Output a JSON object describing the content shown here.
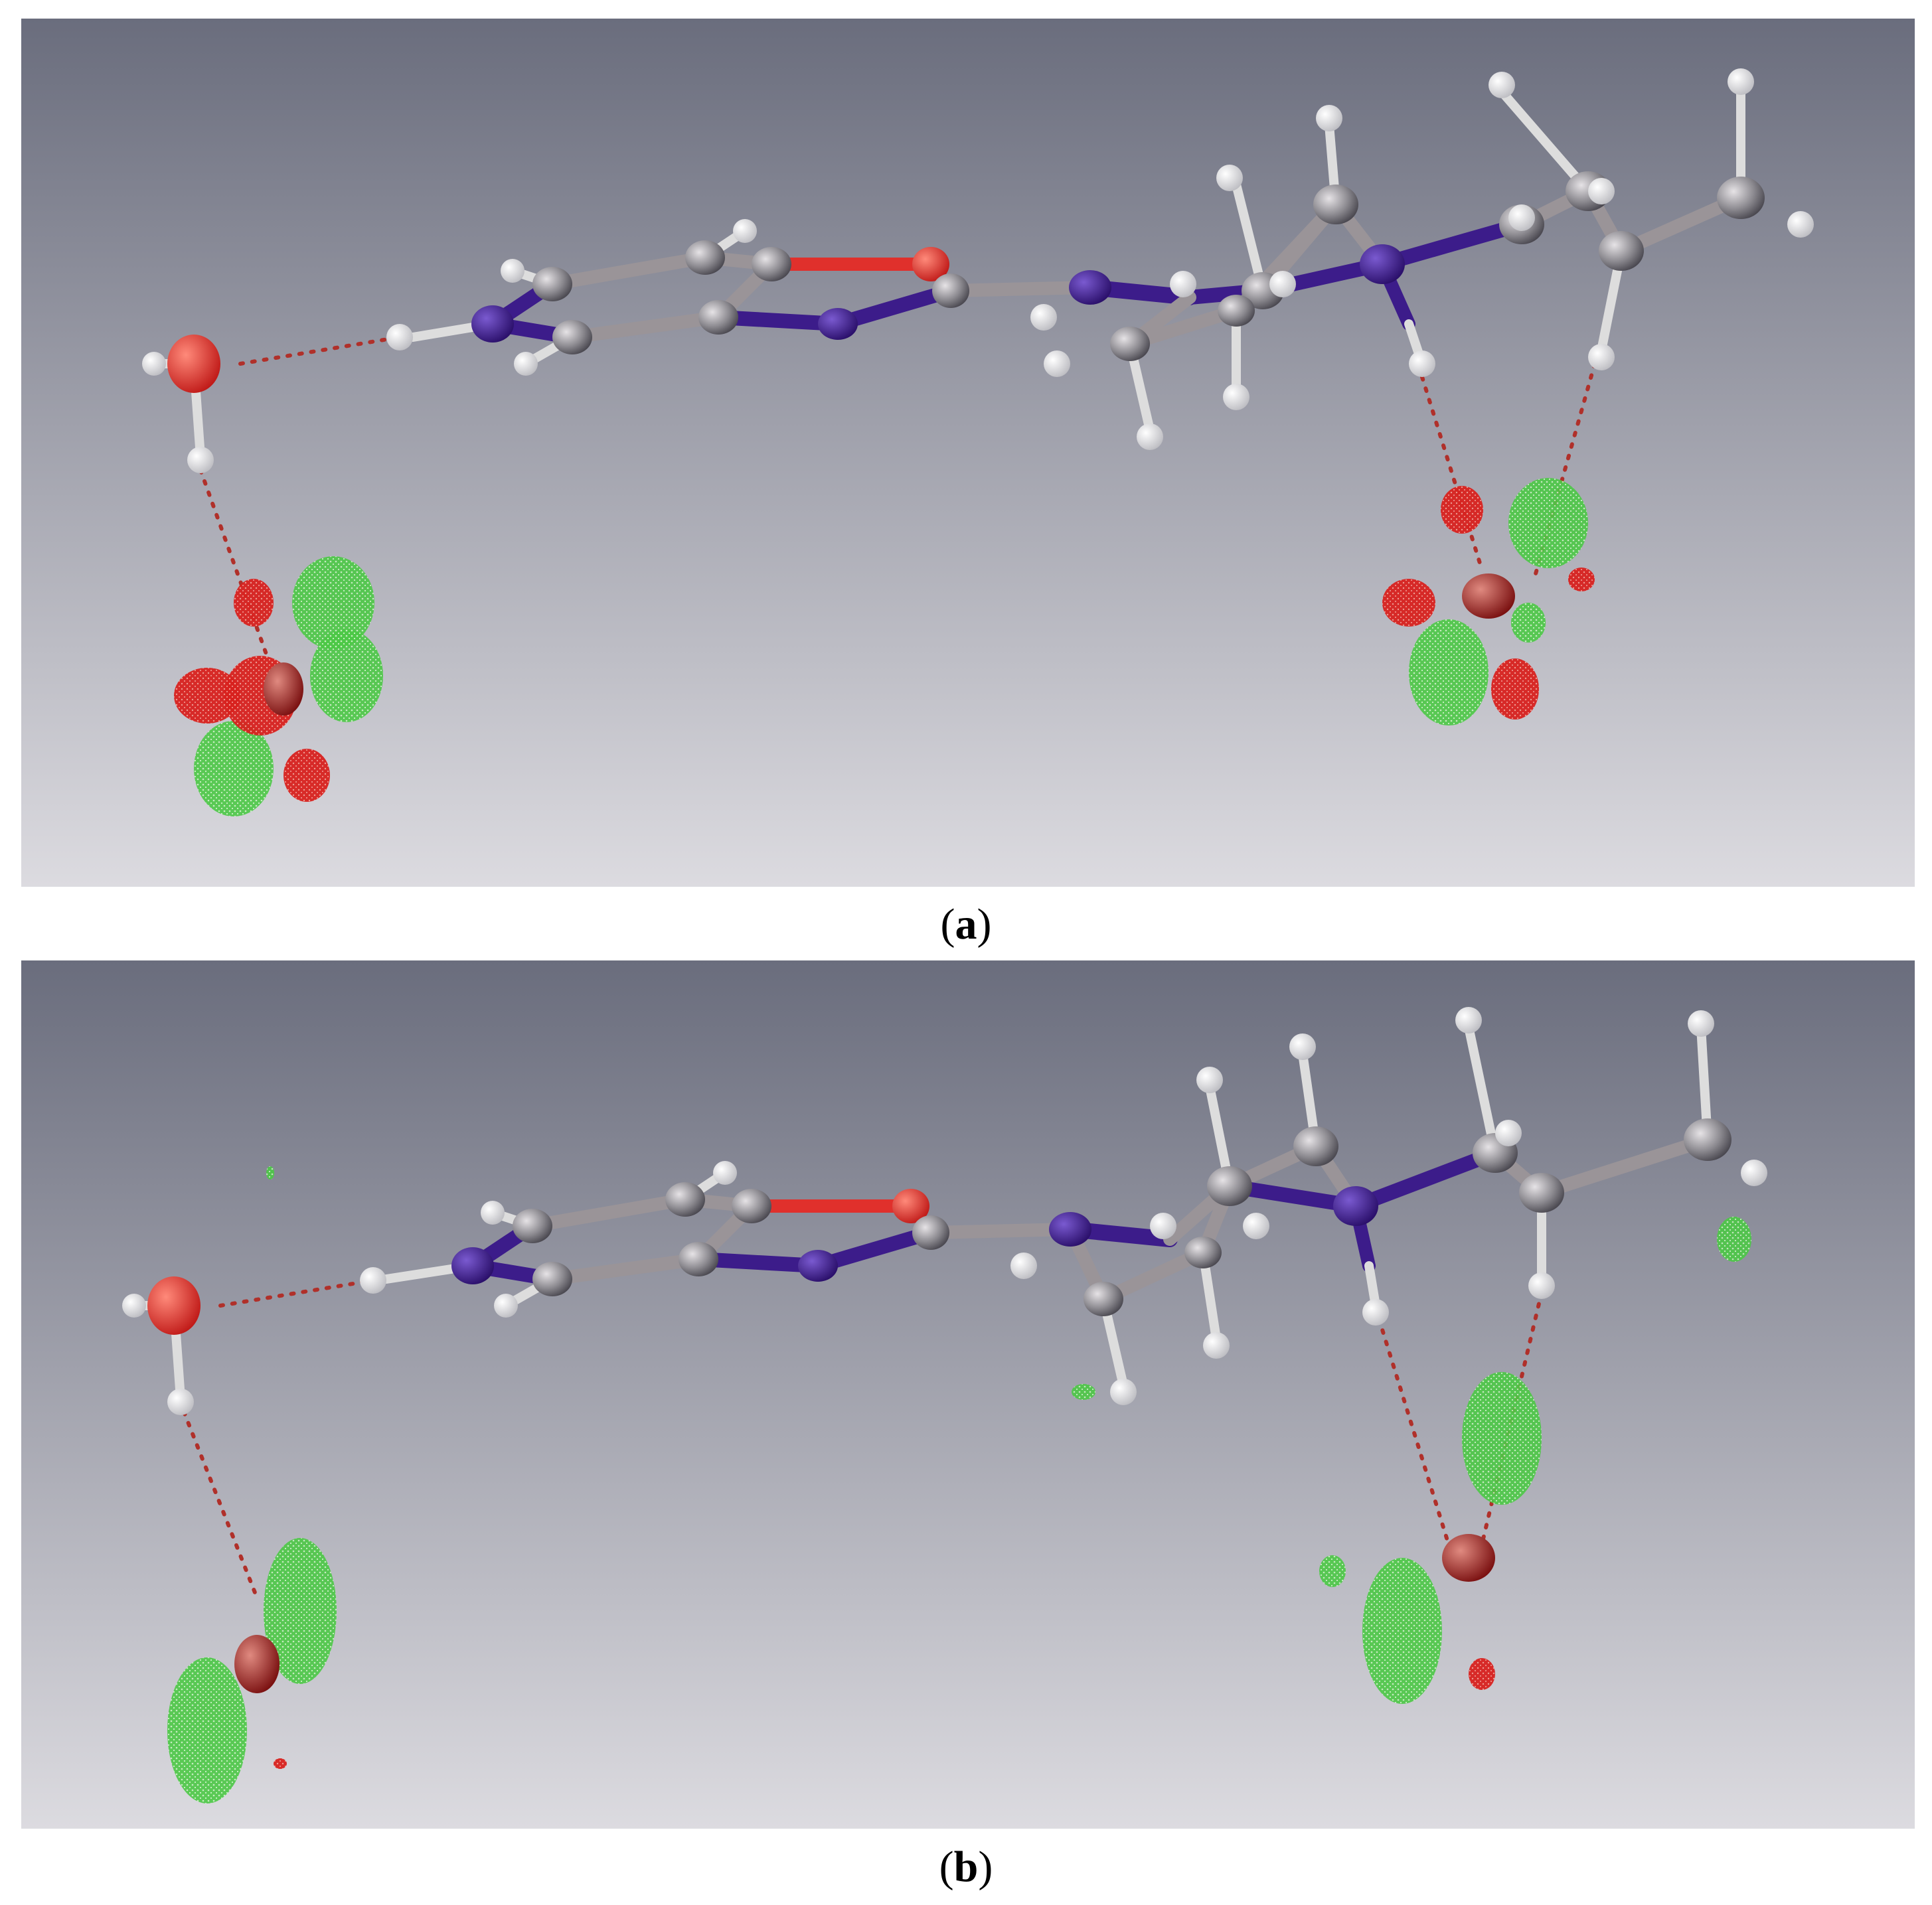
{
  "captions": {
    "a_letter": "a",
    "b_letter": "b"
  },
  "colors": {
    "background_top": "#6a6d7d",
    "background_bottom": "#dcdbe0",
    "carbon": "#8a8a8f",
    "nitrogen": "#3c1c8a",
    "oxygen": "#e0302c",
    "hydrogen": "#f4f4f4",
    "positive_density": "#3fc23a",
    "negative_density": "#d8221f",
    "hbond": "#b0302a"
  },
  "panels": [
    {
      "id": "a",
      "description_elements": [
        "molecule",
        "water",
        "residual-density-left",
        "residual-density-right"
      ]
    },
    {
      "id": "b",
      "description_elements": [
        "molecule",
        "water",
        "residual-density-left",
        "residual-density-right"
      ]
    }
  ]
}
